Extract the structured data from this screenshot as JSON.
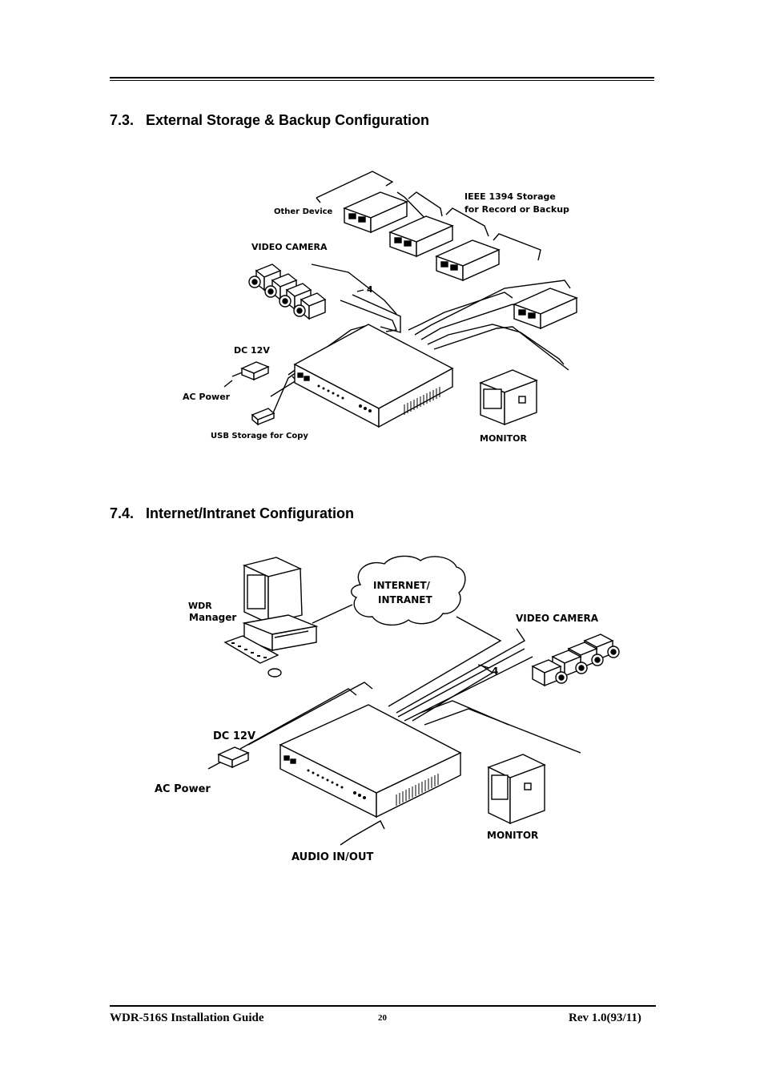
{
  "sections": [
    {
      "number": "7.3.",
      "title": "External Storage & Backup Configuration",
      "labels": {
        "other_device": "Other Device",
        "ieee_line1": "IEEE 1394 Storage",
        "ieee_line2": "for Record or Backup",
        "video_camera": "VIDEO CAMERA",
        "count": "4",
        "dc": "DC 12V",
        "ac_power": "AC Power",
        "usb": "USB Storage for Copy",
        "monitor": "MONITOR"
      }
    },
    {
      "number": "7.4.",
      "title": "Internet/Intranet Configuration",
      "labels": {
        "internet_line1": "INTERNET/",
        "internet_line2": "INTRANET",
        "wdr": "WDR",
        "manager": "Manager",
        "video_camera": "VIDEO CAMERA",
        "count": "4",
        "dc": "DC 12V",
        "ac_power": "AC Power",
        "monitor": "MONITOR",
        "audio": "AUDIO IN/OUT"
      }
    }
  ],
  "footer": {
    "left": "WDR-516S  Installation  Guide",
    "center": "20",
    "right": "Rev  1.0(93/11)"
  }
}
